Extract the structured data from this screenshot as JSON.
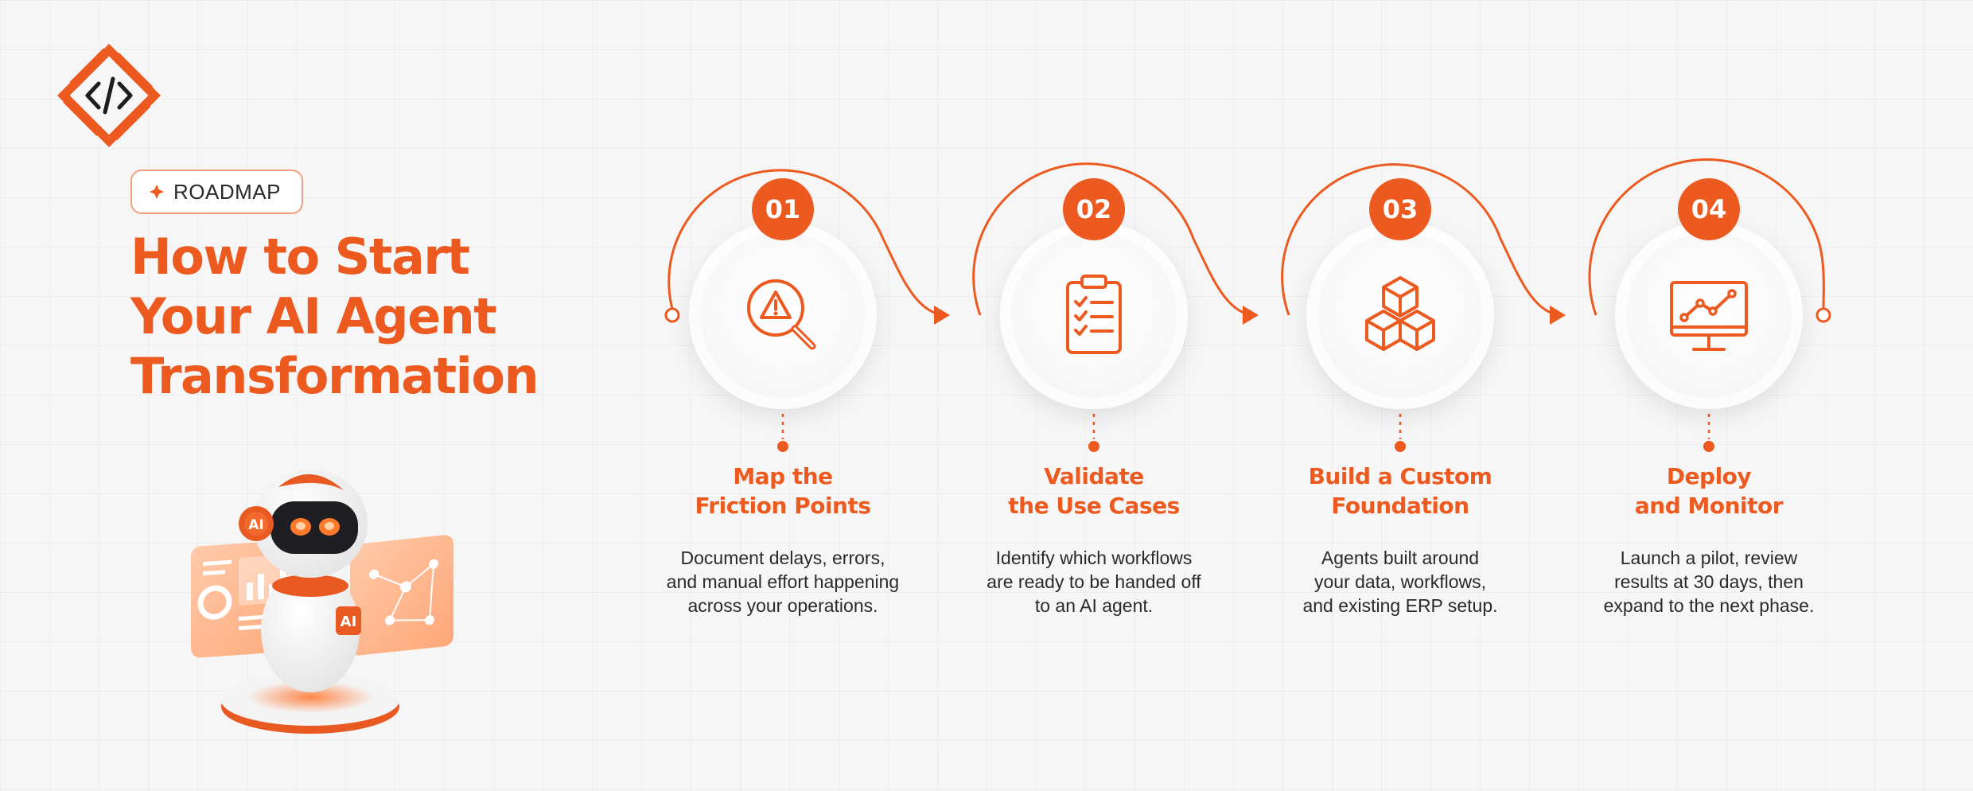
{
  "brand": {
    "logo_icon": "code-diamond-icon",
    "accent": "#ec5a20"
  },
  "badge": {
    "label": "ROADMAP",
    "icon": "sparkle-diamond-icon"
  },
  "headline": {
    "lines": [
      "How to Start",
      "Your AI Agent",
      "Transformation"
    ]
  },
  "illustration": {
    "name": "ai-robot",
    "badge_text": "AI"
  },
  "steps": [
    {
      "number": "01",
      "icon": "magnifier-warning-icon",
      "title": [
        "Map the",
        "Friction Points"
      ],
      "description": [
        "Document delays, errors,",
        "and manual effort happening",
        "across your operations."
      ]
    },
    {
      "number": "02",
      "icon": "clipboard-checklist-icon",
      "title": [
        "Validate",
        "the Use Cases"
      ],
      "description": [
        "Identify which workflows",
        "are ready to be handed off",
        "to an AI agent."
      ]
    },
    {
      "number": "03",
      "icon": "stacked-cubes-icon",
      "title": [
        "Build a Custom",
        "Foundation"
      ],
      "description": [
        "Agents built around",
        "your data, workflows,",
        "and existing ERP setup."
      ]
    },
    {
      "number": "04",
      "icon": "monitor-chart-icon",
      "title": [
        "Deploy",
        "and Monitor"
      ],
      "description": [
        "Launch a pilot, review",
        "results at 30 days, then",
        "expand to the next phase."
      ]
    }
  ]
}
